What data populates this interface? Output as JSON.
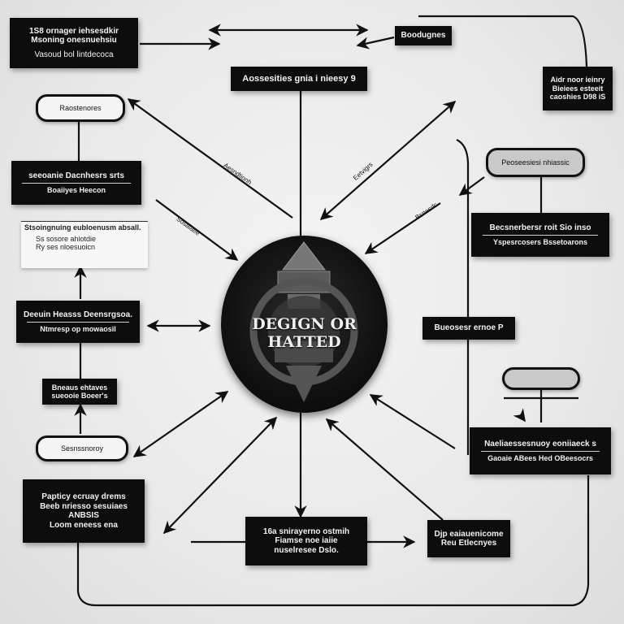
{
  "center": {
    "title": "DEGIGN OR HATTED"
  },
  "nodes": {
    "top_left_box": {
      "lines": [
        "1S8 ornager iehsesdkir",
        "Msoning onesnuehsiu"
      ],
      "sub": "Vasoud bol lintdecoca"
    },
    "top_center_box": {
      "text": "Aossesities gnia i nieesy 9"
    },
    "top_right_small": {
      "text": "Boodugnes"
    },
    "right_top_box": {
      "lines": [
        "Aidr noor ieinry",
        "Bieiees esteeit",
        "caoshies D98 iS"
      ]
    },
    "left_pill_1": {
      "text": "Raostenores"
    },
    "left_box_1": {
      "title": "seeoanie Dacnhesrs srts",
      "sub": "Boaiiyes Heecon"
    },
    "right_pill_1": {
      "text": "Peoseesiesi nhiassic"
    },
    "left_card": {
      "title": "Stsoingnuing eubloenusm absall.",
      "lines": [
        "Ss sosore ahiotdie",
        "Ry ses nloesuoicn"
      ]
    },
    "right_box_1": {
      "title": "Becsnerbersr roit Sio inso",
      "sub": "Yspesrcosers Bssetoarons"
    },
    "left_box_2": {
      "title": "Deeuin Heasss Deensrgsoa.",
      "sub": "Ntmresp op mowaosil"
    },
    "right_box_2": {
      "text": "Bueosesr ernoe P"
    },
    "left_box_3": {
      "lines": [
        "Bneaus ehtaves",
        "sueooie Boeer's"
      ]
    },
    "left_pill_2": {
      "text": "Sesnssnoroy"
    },
    "right_pill_2": {
      "text": ""
    },
    "right_box_3": {
      "title": "Naeliaessesnuoy eoniiaeck s",
      "sub": "Gaoaie ABees Hed OBeesocrs"
    },
    "bottom_left_box": {
      "lines": [
        "Papticy ecruay drems",
        "Beeb nriesso sesuiaes",
        "ANBSIS",
        "Loom eneess ena"
      ]
    },
    "bottom_center_box": {
      "lines": [
        "16a snirayerno ostmih",
        "Fiamse noe iaiie",
        "nuselresee Dslo."
      ]
    },
    "bottom_right_box": {
      "lines": [
        "Djp eaiauenicome",
        "Reu Etlecnyes"
      ]
    }
  },
  "tags": {
    "t1": "Aesndtionh",
    "t2": "Eetvigrs",
    "t3": "Sosaiaee",
    "t4": "Bsnesdc"
  },
  "colors": {
    "ink": "#0d0d0d",
    "paper": "#f4f4f4",
    "line": "#111111"
  }
}
